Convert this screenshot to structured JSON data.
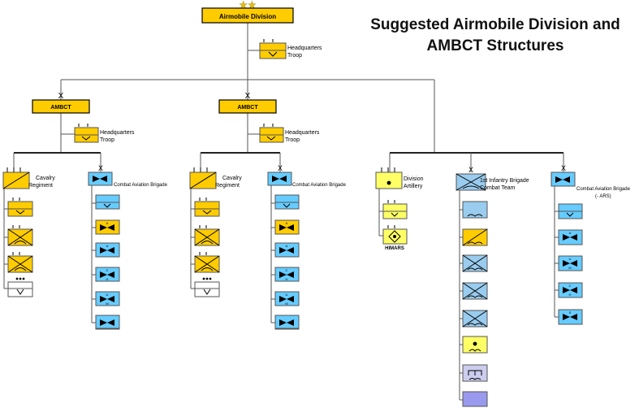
{
  "title": {
    "line1": "Suggested Airmobile Division and",
    "line2": "AMBCT Structures"
  },
  "colors": {
    "gold": "#ffcc00",
    "gold_border": "#b38f00",
    "yellow": "#ffff66",
    "blue": "#66ccff",
    "light_blue": "#99ccee",
    "lavender_light": "#ccccee",
    "lavender": "#9999ee",
    "line": "#555555"
  },
  "division": {
    "label": "Airmobile Division",
    "echelon": "★★",
    "hq_troop": [
      "Headquarters",
      "Troop"
    ]
  },
  "ambct_left": {
    "label": "AMBCT",
    "echelon": "X",
    "hq_troop": [
      "Headquarters",
      "Troop"
    ],
    "cavalry_label": [
      "Cavalry",
      "Regiment"
    ],
    "aviation_label": "Combat Aviation Brigade"
  },
  "ambct_right": {
    "label": "AMBCT",
    "echelon": "X",
    "hq_troop": [
      "Headquarters",
      "Troop"
    ],
    "cavalry_label": [
      "Cavalry",
      "Regiment"
    ],
    "aviation_label": "Combat Aviation Brigade"
  },
  "division_units": {
    "artillery": {
      "label": [
        "Division",
        "Artillery"
      ],
      "himars": "HIMARS"
    },
    "ibct": {
      "label": [
        "1st Infantry Brigade",
        "Combat Team"
      ],
      "echelon": "X"
    },
    "cab": {
      "label": [
        "Combat Aviation Brigade",
        "(- ARS)"
      ],
      "echelon": "X"
    }
  },
  "unit_letters": {
    "a": "A",
    "c": "C",
    "h": "H",
    "u": "U",
    "s": "S",
    "m": "M"
  }
}
